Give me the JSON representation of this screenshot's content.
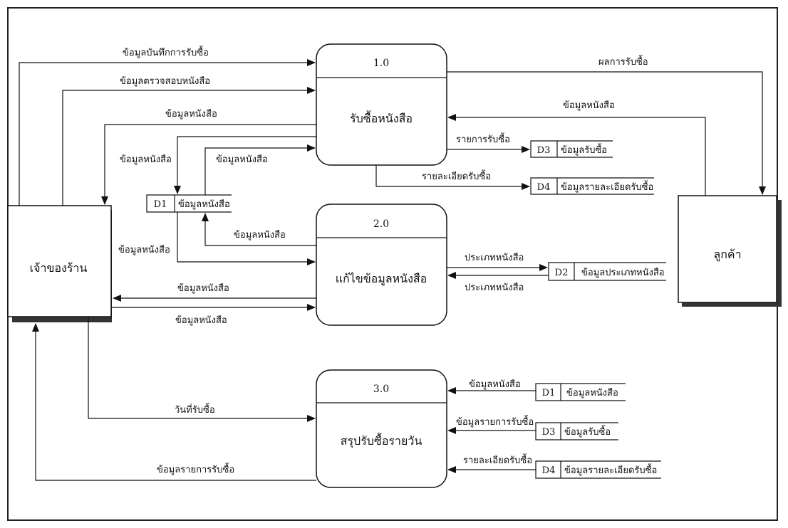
{
  "entities": {
    "owner": "เจ้าของร้าน",
    "customer": "ลูกค้า"
  },
  "processes": [
    {
      "number": "1.0",
      "name": "รับซื้อหนังสือ"
    },
    {
      "number": "2.0",
      "name": "แก้ไขข้อมูลหนังสือ"
    },
    {
      "number": "3.0",
      "name": "สรุปรับซื้อรายวัน"
    }
  ],
  "stores": {
    "d1_top": {
      "id": "D1",
      "name": "ข้อมูลหนังสือ"
    },
    "d3_top": {
      "id": "D3",
      "name": "ข้อมูลรับซื้อ"
    },
    "d4_top": {
      "id": "D4",
      "name": "ข้อมูลรายละเอียดรับซื้อ"
    },
    "d2": {
      "id": "D2",
      "name": "ข้อมูลประเภทหนังสือ"
    },
    "d1_bottom": {
      "id": "D1",
      "name": "ข้อมูลหนังสือ"
    },
    "d3_bottom": {
      "id": "D3",
      "name": "ข้อมูลรับซื้อ"
    },
    "d4_bottom": {
      "id": "D4",
      "name": "ข้อมูลรายละเอียดรับซื้อ"
    }
  },
  "flows": {
    "f1": "ข้อมูลบันทึกการรับซื้อ",
    "f2": "ข้อมูลตรวจสอบหนังสือ",
    "f3": "ข้อมูลหนังสือ",
    "f4": "ข้อมูลหนังสือ",
    "f5": "ข้อมูลหนังสือ",
    "f6": "ผลการรับซื้อ",
    "f7": "ข้อมูลหนังสือ",
    "f8": "รายการรับซื้อ",
    "f9": "รายละเอียดรับซื้อ",
    "f10": "ข้อมูลหนังสือ",
    "f11": "ข้อมูลหนังสือ",
    "f12": "ประเภทหนังสือ",
    "f13": "ประเภทหนังสือ",
    "f14": "ข้อมูลหนังสือ",
    "f15": "ข้อมูลหนังสือ",
    "f16": "ข้อมูลหนังสือ",
    "f17": "วันที่รับซื้อ",
    "f18": "ข้อมูลรายการรับซื้อ",
    "f19": "ข้อมูลรายการรับซื้อ",
    "f20": "รายละเอียดรับซื้อ"
  }
}
